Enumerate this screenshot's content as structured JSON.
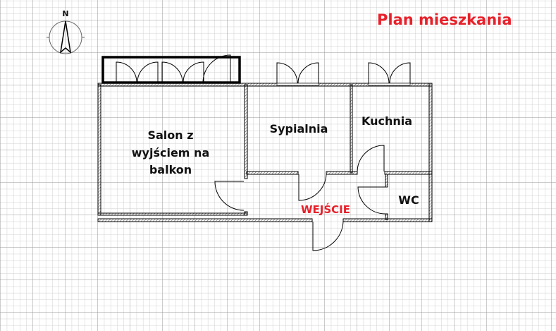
{
  "title": "Plan mieszkania",
  "compass": {
    "label": "N"
  },
  "rooms": {
    "salon": [
      "Salon z",
      "wyjściem na",
      "balkon"
    ],
    "sypialnia": "Sypialnia",
    "kuchnia": "Kuchnia",
    "wc": "WC",
    "entrance": "WEJŚCIE"
  },
  "colors": {
    "accent": "#e8202a",
    "grid": "#b8b8b8",
    "wall": "#000000"
  }
}
